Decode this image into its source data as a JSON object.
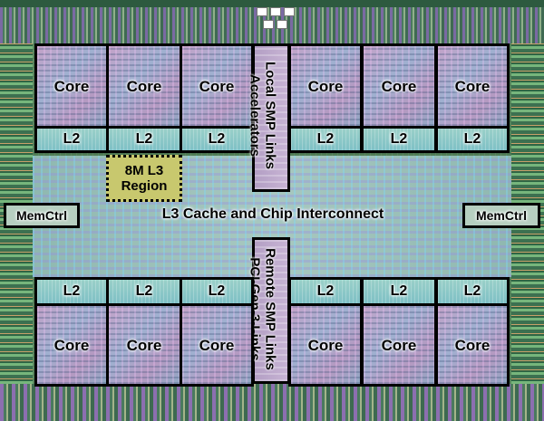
{
  "cores": {
    "top": [
      {
        "label": "Core"
      },
      {
        "label": "Core"
      },
      {
        "label": "Core"
      },
      {
        "label": "Core"
      },
      {
        "label": "Core"
      },
      {
        "label": "Core"
      }
    ],
    "bottom": [
      {
        "label": "Core"
      },
      {
        "label": "Core"
      },
      {
        "label": "Core"
      },
      {
        "label": "Core"
      },
      {
        "label": "Core"
      },
      {
        "label": "Core"
      }
    ]
  },
  "l2": {
    "top": [
      {
        "label": "L2"
      },
      {
        "label": "L2"
      },
      {
        "label": "L2"
      },
      {
        "label": "L2"
      },
      {
        "label": "L2"
      },
      {
        "label": "L2"
      }
    ],
    "bottom": [
      {
        "label": "L2"
      },
      {
        "label": "L2"
      },
      {
        "label": "L2"
      },
      {
        "label": "L2"
      },
      {
        "label": "L2"
      },
      {
        "label": "L2"
      }
    ]
  },
  "l3_region": {
    "line1": "8M L3",
    "line2": "Region"
  },
  "interconnect": {
    "label": "L3 Cache and Chip Interconnect"
  },
  "memctrl": {
    "left": "MemCtrl",
    "right": "MemCtrl"
  },
  "top_vertical": {
    "line1": "Local SMP Links",
    "line2": "Accelerators"
  },
  "bottom_vertical": {
    "line1": "Remote SMP Links",
    "line2": "PCI Gen 3 Links"
  },
  "colors": {
    "outline": "#000000",
    "l3_region_fill": "#c8c86e",
    "die_green": "#4d7b55"
  }
}
